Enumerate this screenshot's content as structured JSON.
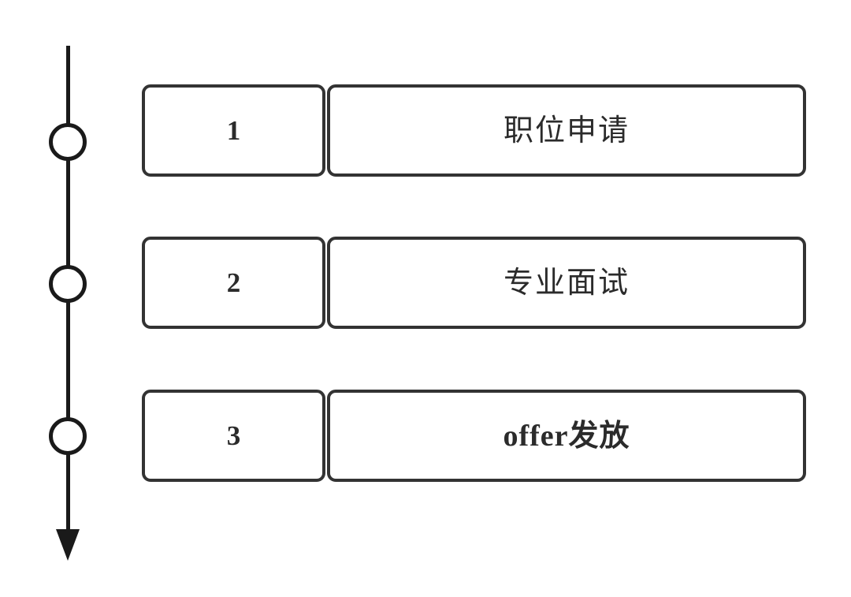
{
  "diagram": {
    "type": "vertical-timeline",
    "title": "",
    "axis": {
      "orientation": "vertical",
      "direction": "downward",
      "line_color": "#1a1a1a",
      "arrow_icon": "down-arrow-icon",
      "node_icon": "circle-node-icon",
      "node_fill": "#ffffff",
      "node_count": 3
    },
    "style": {
      "box_border_color": "#333333",
      "box_fill": "#ffffff",
      "text_color": "#2b2b2b",
      "background": "#ffffff"
    },
    "steps": [
      {
        "index": "1",
        "label": "职位申请",
        "bold": false
      },
      {
        "index": "2",
        "label": "专业面试",
        "bold": false
      },
      {
        "index": "3",
        "label": "offer发放",
        "bold": true
      }
    ]
  }
}
